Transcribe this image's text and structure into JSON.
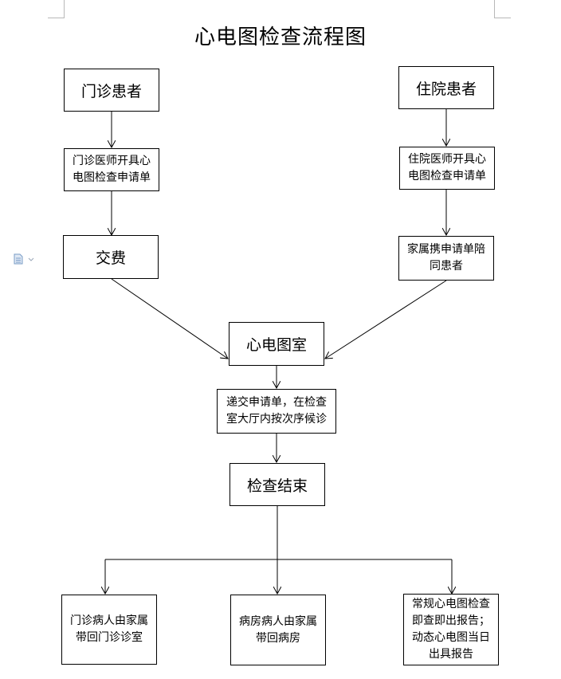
{
  "title": "心电图检查流程图",
  "nodes": {
    "outpatient": "门诊患者",
    "inpatient": "住院患者",
    "outpatient_request": "门诊医师开具心电图检查申请单",
    "inpatient_request": "住院医师开具心电图检查申请单",
    "payment": "交费",
    "family_accompany": "家属携申请单陪同患者",
    "ecg_room": "心电图室",
    "submit_wait": "递交申请单，在检查室大厅内按次序候诊",
    "exam_done": "检查结束",
    "return_outpatient": "门诊病人由家属带回门诊诊室",
    "return_ward": "病房病人由家属带回病房",
    "report": "常规心电图检查即查即出报告；动态心电图当日出具报告"
  },
  "colors": {
    "stroke": "#000000",
    "corner": "#b8b8b8",
    "icon": "#7a9cc6"
  }
}
